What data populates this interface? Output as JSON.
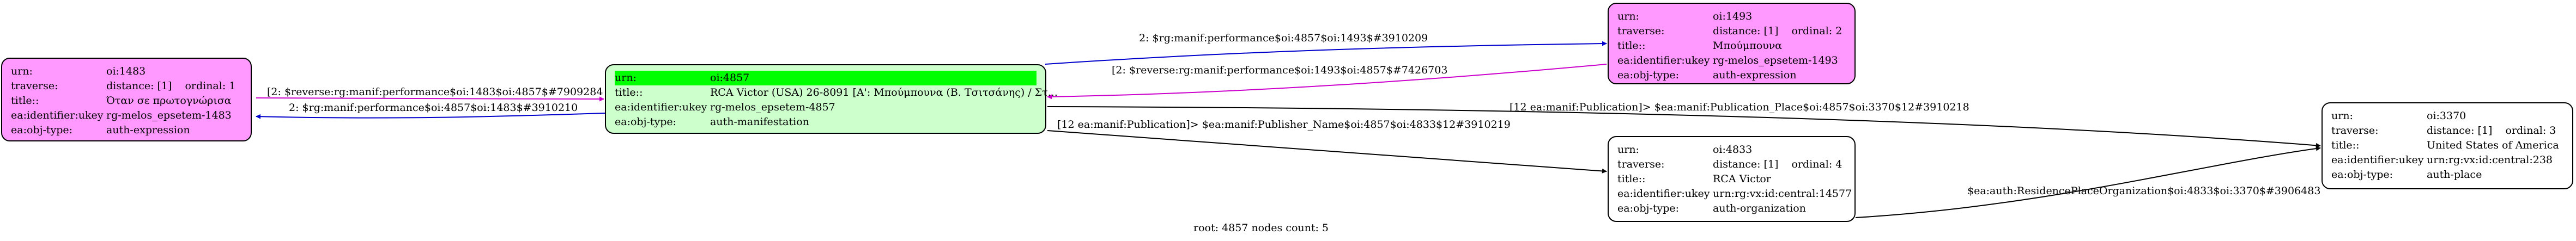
{
  "colors": {
    "expression_fill": "#ff99ff",
    "manifestation_fill": "#ccffcc",
    "plain_fill": "#ffffff",
    "highlight": "#00ff00",
    "edge_blue": "#0000cc",
    "edge_magenta": "#cc00cc",
    "edge_black": "#000000"
  },
  "nodes": {
    "n1483": {
      "rows": [
        {
          "k": "urn:",
          "v": "oi:1483"
        },
        {
          "k": "traverse:",
          "v": "distance: [1]",
          "ord": "ordinal: 1"
        },
        {
          "k": "title::",
          "v": "Όταν σε πρωτογνώρισα"
        },
        {
          "k": "ea:identifier:ukey",
          "v": "rg-melos_epsetem-1483"
        },
        {
          "k": "ea:obj-type:",
          "v": "auth-expression"
        }
      ]
    },
    "n4857": {
      "rows": [
        {
          "k": "urn:",
          "v": "oi:4857"
        },
        {
          "k": "title::",
          "v": "RCA Victor (USA) 26-8091 [Α': Μπούμπουνα (Β. Τσιτσάνης) / Στ..."
        },
        {
          "k": "ea:identifier:ukey",
          "v": "rg-melos_epsetem-4857"
        },
        {
          "k": "ea:obj-type:",
          "v": "auth-manifestation"
        }
      ]
    },
    "n1493": {
      "rows": [
        {
          "k": "urn:",
          "v": "oi:1493"
        },
        {
          "k": "traverse:",
          "v": "distance: [1]",
          "ord": "ordinal: 2"
        },
        {
          "k": "title::",
          "v": "Μπούμπουνα"
        },
        {
          "k": "ea:identifier:ukey",
          "v": "rg-melos_epsetem-1493"
        },
        {
          "k": "ea:obj-type:",
          "v": "auth-expression"
        }
      ]
    },
    "n4833": {
      "rows": [
        {
          "k": "urn:",
          "v": "oi:4833"
        },
        {
          "k": "traverse:",
          "v": "distance: [1]",
          "ord": "ordinal: 4"
        },
        {
          "k": "title::",
          "v": "RCA Victor"
        },
        {
          "k": "ea:identifier:ukey",
          "v": "urn:rg:vx:id:central:14577"
        },
        {
          "k": "ea:obj-type:",
          "v": "auth-organization"
        }
      ]
    },
    "n3370": {
      "rows": [
        {
          "k": "urn:",
          "v": "oi:3370"
        },
        {
          "k": "traverse:",
          "v": "distance: [1]",
          "ord": "ordinal: 3"
        },
        {
          "k": "title::",
          "v": "United States of America"
        },
        {
          "k": "ea:identifier:ukey",
          "v": "urn:rg:vx:id:central:238"
        },
        {
          "k": "ea:obj-type:",
          "v": "auth-place"
        }
      ]
    }
  },
  "edges": {
    "e_4857_1483": "2: $rg:manif:performance$oi:4857$oi:1483$#3910210",
    "e_1483_4857": "[2: $reverse:rg:manif:performance$oi:1483$oi:4857$#7909284",
    "e_4857_1493": "2: $rg:manif:performance$oi:4857$oi:1493$#3910209",
    "e_1493_4857": "[2: $reverse:rg:manif:performance$oi:1493$oi:4857$#7426703",
    "e_4857_3370": "[12 ea:manif:Publication]> $ea:manif:Publication_Place$oi:4857$oi:3370$12#3910218",
    "e_4857_4833": "[12 ea:manif:Publication]> $ea:manif:Publisher_Name$oi:4857$oi:4833$12#3910219",
    "e_4833_3370": "$ea:auth:ResidencePlaceOrganization$oi:4833$oi:3370$#3906483"
  },
  "footer": "root: 4857 nodes count: 5"
}
